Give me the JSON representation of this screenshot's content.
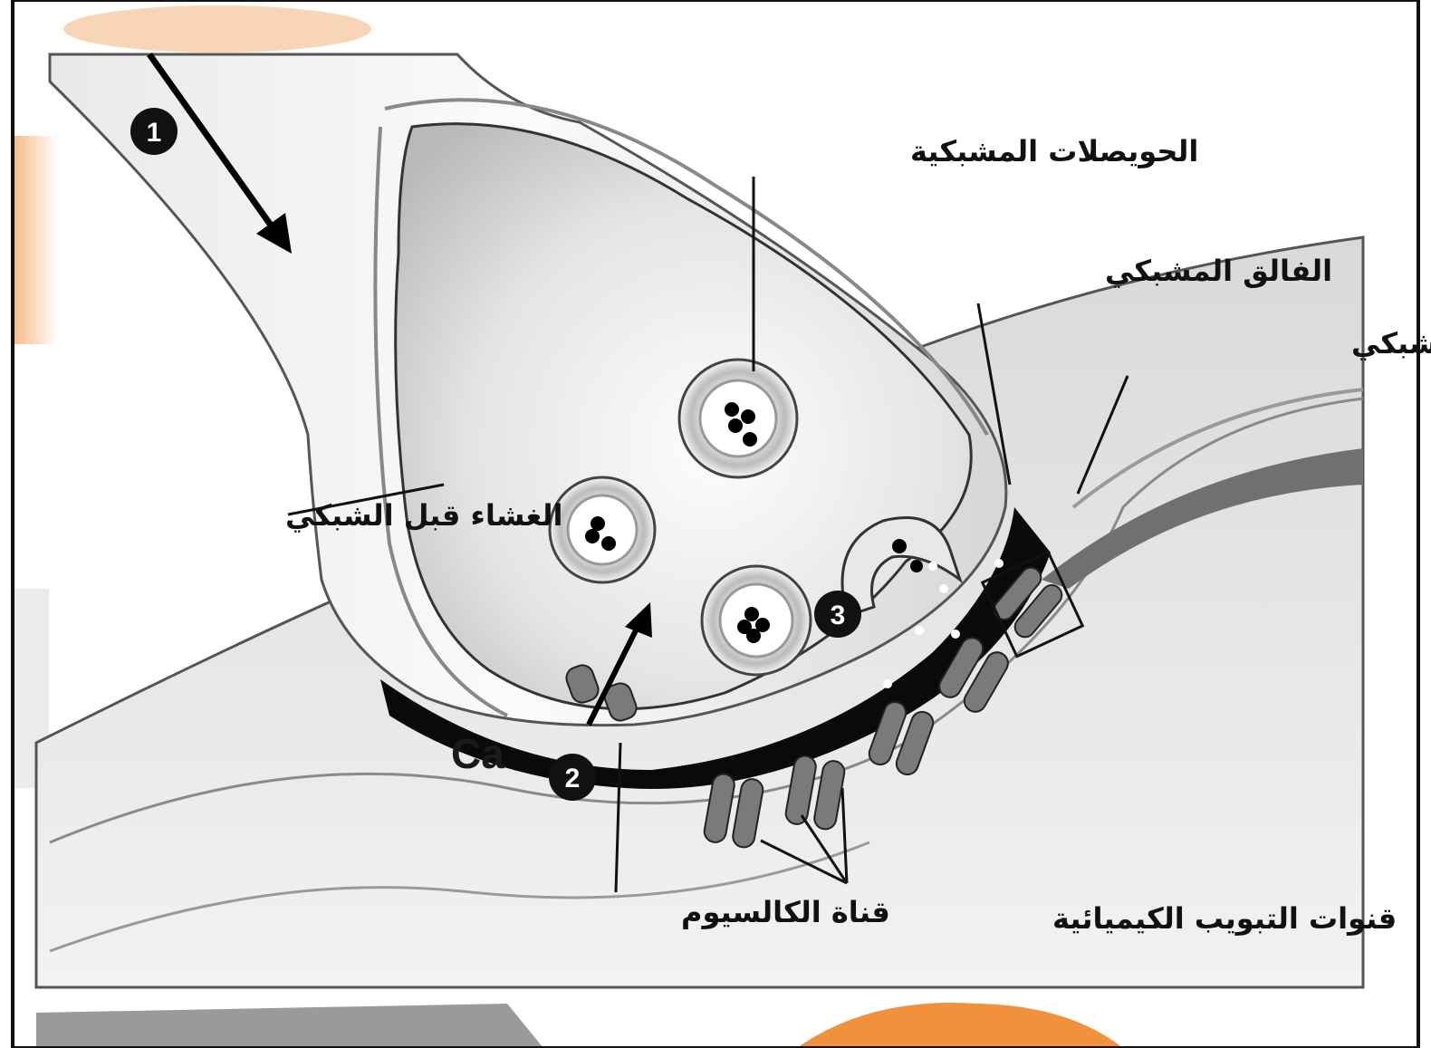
{
  "labels": {
    "synaptic_vesicles": "الحويصلات المشبكية",
    "synaptic_cleft": "الفالق المشبكي",
    "postsynaptic_membrane": "الغشاء بعد الشبكي",
    "presynaptic_membrane": "الغشاء قبل الشبكي",
    "calcium_channel": "قناة الكالسيوم",
    "chemical_gated_channels": "قنوات التبويب الكيميائية",
    "calcium_ion": "Ca"
  },
  "steps": [
    "1",
    "2",
    "3"
  ],
  "colors": {
    "frame": "#111111",
    "cleft": "#0a0a0a",
    "channel": "#7a7a7a",
    "accent_orange": "#f0923c",
    "membrane_light": "#f4f4f4"
  }
}
